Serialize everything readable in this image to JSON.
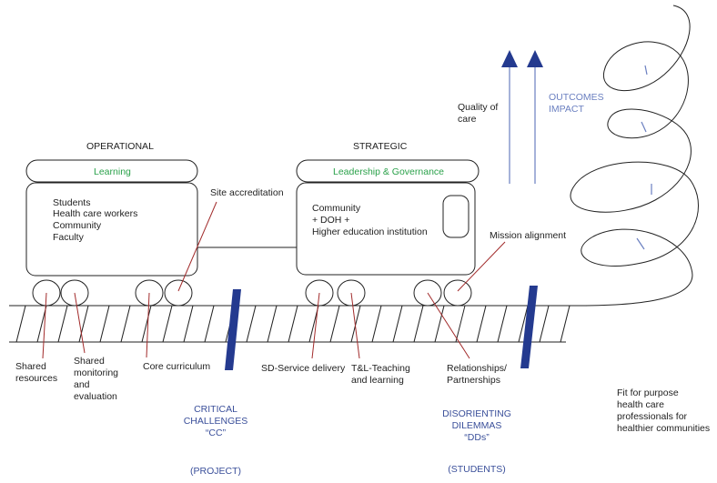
{
  "operational": {
    "heading": "OPERATIONAL",
    "top_label": "Learning",
    "body_lines": [
      "Students",
      "Health care workers",
      "Community",
      "Faculty"
    ]
  },
  "strategic": {
    "heading": "STRATEGIC",
    "top_label": "Leadership & Governance",
    "body_lines": [
      "Community",
      "+ DOH +",
      "Higher education institution"
    ]
  },
  "labels": {
    "site_accreditation": "Site accreditation",
    "mission_alignment": "Mission alignment",
    "quality_of_care": [
      "Quality of",
      "care"
    ],
    "outcomes_impact": [
      "OUTCOMES",
      "IMPACT"
    ],
    "shared_resources": [
      "Shared",
      "resources"
    ],
    "shared_monitoring": [
      "Shared",
      "monitoring",
      "and",
      "evaluation"
    ],
    "core_curriculum": "Core curriculum",
    "sd_service_delivery": "SD-Service delivery",
    "tl_teaching": [
      "T&L-Teaching",
      "and learning"
    ],
    "relationships": [
      "Relationships/",
      "Partnerships"
    ],
    "fit_for_purpose": [
      "Fit for purpose",
      "health care",
      "professionals for",
      "healthier communities"
    ]
  },
  "bottom": {
    "critical_challenges": [
      "CRITICAL",
      "CHALLENGES",
      "“CC”"
    ],
    "project": "(PROJECT)",
    "disorienting_dilemmas": [
      "DISORIENTING",
      "DILEMMAS",
      "“DDs”"
    ],
    "students": "(STUDENTS)"
  },
  "colors": {
    "green": "#2aa14a",
    "blue_dark": "#243a8f",
    "blue_text": "#3a4f9a",
    "blue_light": "#6a7fc0",
    "red_line": "#a12a2a"
  }
}
